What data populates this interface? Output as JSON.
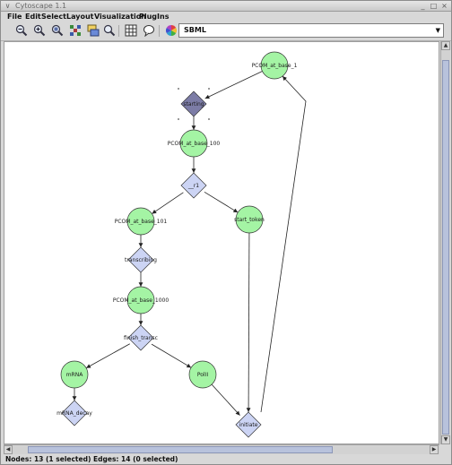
{
  "window": {
    "title": "Cytoscape 1.1"
  },
  "menu": {
    "items": [
      "File",
      "Edit",
      "Select",
      "Layout",
      "Visualization",
      "PlugIns"
    ]
  },
  "toolbar": {
    "icons": [
      "zoom-out-icon",
      "zoom-in-icon",
      "zoom-selected-icon",
      "fit-network-icon",
      "show-all-icon",
      "zoom-search-icon",
      "grid-layout-icon",
      "annotation-icon",
      "visual-style-icon"
    ],
    "style_selector": {
      "value": "SBML"
    }
  },
  "network": {
    "nodes": [
      {
        "id": "PCOM_at_base_1",
        "label": "PCOM_at_base_1",
        "shape": "circle",
        "selected": false,
        "color": "#a4f4a4"
      },
      {
        "id": "starting",
        "label": "starting",
        "shape": "diamond",
        "selected": true,
        "color": "#7c7ca6"
      },
      {
        "id": "PCOM_at_base_100",
        "label": "PCOM_at_base_100",
        "shape": "circle",
        "selected": false,
        "color": "#a4f4a4"
      },
      {
        "id": "__r1",
        "label": "__r1",
        "shape": "diamond",
        "selected": false,
        "color": "#ccd4f4"
      },
      {
        "id": "PCOM_at_base_101",
        "label": "PCOM_at_base_101",
        "shape": "circle",
        "selected": false,
        "color": "#a4f4a4"
      },
      {
        "id": "start_token",
        "label": "start_token",
        "shape": "circle",
        "selected": false,
        "color": "#a4f4a4"
      },
      {
        "id": "transcribing",
        "label": "transcribing",
        "shape": "diamond",
        "selected": false,
        "color": "#ccd4f4"
      },
      {
        "id": "PCOM_at_base_1000",
        "label": "PCOM_at_base_1000",
        "shape": "circle",
        "selected": false,
        "color": "#a4f4a4"
      },
      {
        "id": "finish_transc",
        "label": "finish_transc",
        "shape": "diamond",
        "selected": false,
        "color": "#ccd4f4"
      },
      {
        "id": "mRNA",
        "label": "mRNA",
        "shape": "circle",
        "selected": false,
        "color": "#a4f4a4"
      },
      {
        "id": "PolII",
        "label": "PolII",
        "shape": "circle",
        "selected": false,
        "color": "#a4f4a4"
      },
      {
        "id": "mRNA_decay",
        "label": "mRNA_decay",
        "shape": "diamond",
        "selected": false,
        "color": "#ccd4f4"
      },
      {
        "id": "initiate",
        "label": "initiate",
        "shape": "diamond",
        "selected": false,
        "color": "#ccd4f4"
      }
    ],
    "edges": [
      {
        "source": "PCOM_at_base_1",
        "target": "starting"
      },
      {
        "source": "starting",
        "target": "PCOM_at_base_100"
      },
      {
        "source": "PCOM_at_base_100",
        "target": "__r1"
      },
      {
        "source": "__r1",
        "target": "PCOM_at_base_101"
      },
      {
        "source": "__r1",
        "target": "start_token"
      },
      {
        "source": "PCOM_at_base_101",
        "target": "transcribing"
      },
      {
        "source": "transcribing",
        "target": "PCOM_at_base_1000"
      },
      {
        "source": "PCOM_at_base_1000",
        "target": "finish_transc"
      },
      {
        "source": "finish_transc",
        "target": "mRNA"
      },
      {
        "source": "finish_transc",
        "target": "PolII"
      },
      {
        "source": "mRNA",
        "target": "mRNA_decay"
      },
      {
        "source": "PolII",
        "target": "initiate"
      },
      {
        "source": "start_token",
        "target": "initiate"
      },
      {
        "source": "initiate",
        "target": "PCOM_at_base_1"
      }
    ],
    "colors": {
      "edge": "#222222",
      "selection_handle": "#9a9a9a"
    }
  },
  "status": {
    "text": "Nodes: 13 (1 selected) Edges: 14 (0 selected)"
  }
}
